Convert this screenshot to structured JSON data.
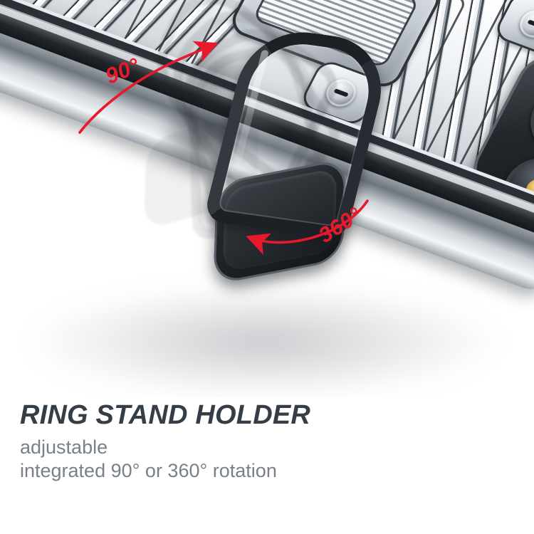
{
  "image": {
    "kind": "product-photo",
    "subject": "armor phone case with ring stand holder",
    "background_color": "#ffffff"
  },
  "product": {
    "case": {
      "name": "ribbed armor phone case",
      "finish_color": "#c9ced4",
      "frame_color": "#2b3036",
      "rail_color": "#23272b",
      "screw_count": 3
    },
    "ring_stand": {
      "name": "metal finger ring kickstand",
      "color": "#1d2126",
      "state": "upright",
      "ghost_state": "folded (motion blur)"
    },
    "camera": {
      "module_color": "#24282d",
      "lenses": [
        {
          "tint_name": "blue-lens",
          "tint": "#1d4f9e"
        },
        {
          "tint_name": "gold-lens",
          "tint": "#c9952c"
        }
      ]
    }
  },
  "annotations": {
    "color": "#e8192c",
    "items": [
      {
        "id": "tilt",
        "label": "90°"
      },
      {
        "id": "rotate",
        "label": "360°"
      }
    ]
  },
  "caption": {
    "title": "RING STAND HOLDER",
    "title_color": "#353e47",
    "line1": "adjustable",
    "line2": "integrated 90° or 360° rotation",
    "body_color": "#7a8089"
  }
}
